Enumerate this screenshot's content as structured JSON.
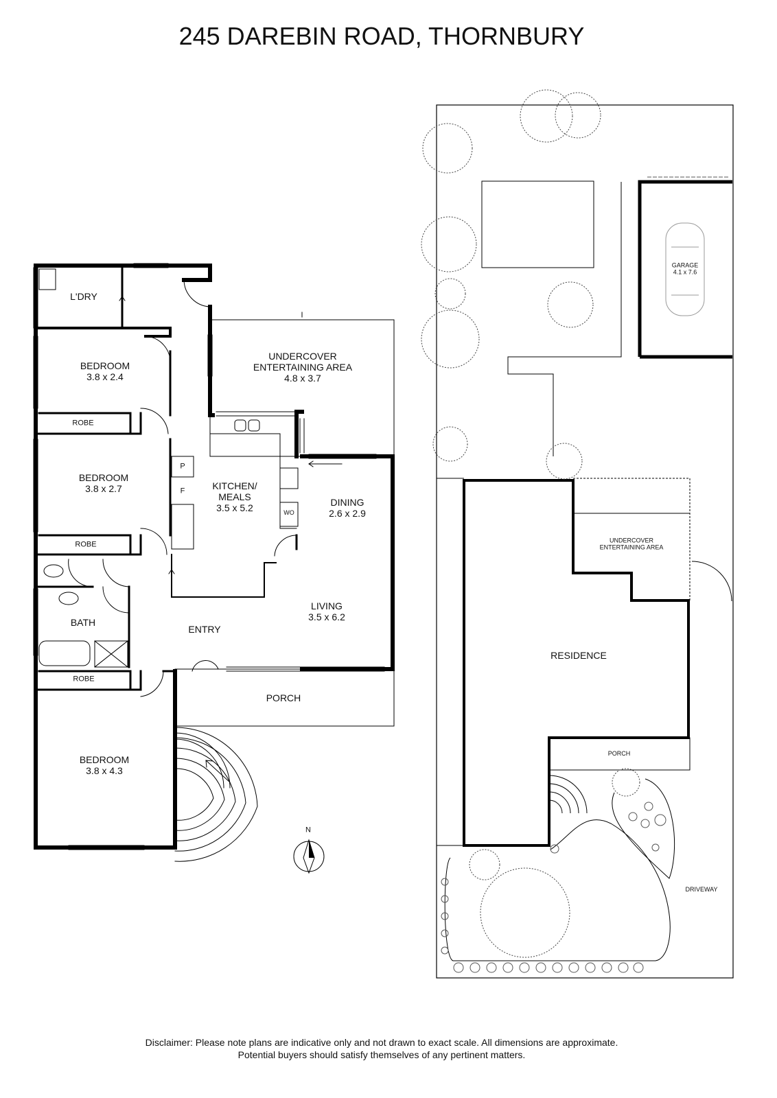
{
  "title": "245 DAREBIN ROAD, THORNBURY",
  "floor_plan": {
    "rooms": [
      {
        "name": "L'DRY",
        "size": ""
      },
      {
        "name": "BEDROOM",
        "size": "3.8 x 2.4"
      },
      {
        "name": "BEDROOM",
        "size": "3.8 x 2.7"
      },
      {
        "name": "BEDROOM",
        "size": "3.8 x 4.3"
      },
      {
        "name": "UNDERCOVER ENTERTAINING AREA",
        "size": "4.8 x 3.7"
      },
      {
        "name": "KITCHEN/ MEALS",
        "size": "3.5 x 5.2"
      },
      {
        "name": "DINING",
        "size": "2.6 x 2.9"
      },
      {
        "name": "LIVING",
        "size": "3.5 x 6.2"
      },
      {
        "name": "BATH",
        "size": ""
      },
      {
        "name": "ENTRY",
        "size": ""
      },
      {
        "name": "PORCH",
        "size": ""
      }
    ],
    "robe": "ROBE",
    "pantry": "P",
    "fridge": "F",
    "wall_oven": "WO",
    "compass": "N"
  },
  "site_plan": {
    "garage": {
      "name": "GARAGE",
      "size": "4.1 x 7.6"
    },
    "undercover": "UNDERCOVER ENTERTAINING AREA",
    "residence": "RESIDENCE",
    "porch": "PORCH",
    "driveway": "DRIVEWAY"
  },
  "disclaimer": [
    "Disclaimer: Please note plans are indicative only and not drawn to exact scale. All dimensions are approximate.",
    "Potential buyers should satisfy themselves of any pertinent matters."
  ]
}
